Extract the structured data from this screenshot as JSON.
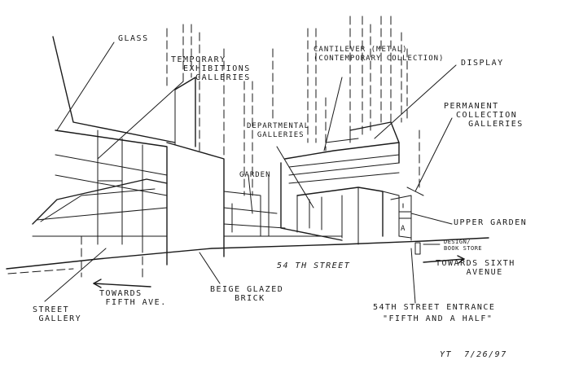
{
  "labels": {
    "glass": "GLASS",
    "temporary_exhibitions": "TEMPORARY\n  EXHIBITIONS\n    GALLERIES",
    "cantilever": "CANTILEVER (METAL)\n(CONTEMPORARY COLLECTION)",
    "display": "DISPLAY",
    "permanent_collection": "PERMANENT\n  COLLECTION\n    GALLERIES",
    "departmental": "DEPARTMENTAL\n  GALLERIES",
    "garden": "GARDEN",
    "upper_garden": "UPPER GARDEN",
    "design_book_store": "DESIGN/\nBOOK STORE",
    "towards_sixth": "TOWARDS SIXTH\n     AVENUE",
    "street_54th": "54 TH STREET",
    "towards_fifth": "TOWARDS\n FIFTH AVE.",
    "beige_brick": "BEIGE GLAZED\n    BRICK",
    "street_gallery": "STREET\n GALLERY",
    "entrance_line1": "54TH STREET ENTRANCE",
    "entrance_line2": "\"FIFTH AND A HALF\"",
    "signature": "YT  7/26/97",
    "door_letter": "A"
  }
}
